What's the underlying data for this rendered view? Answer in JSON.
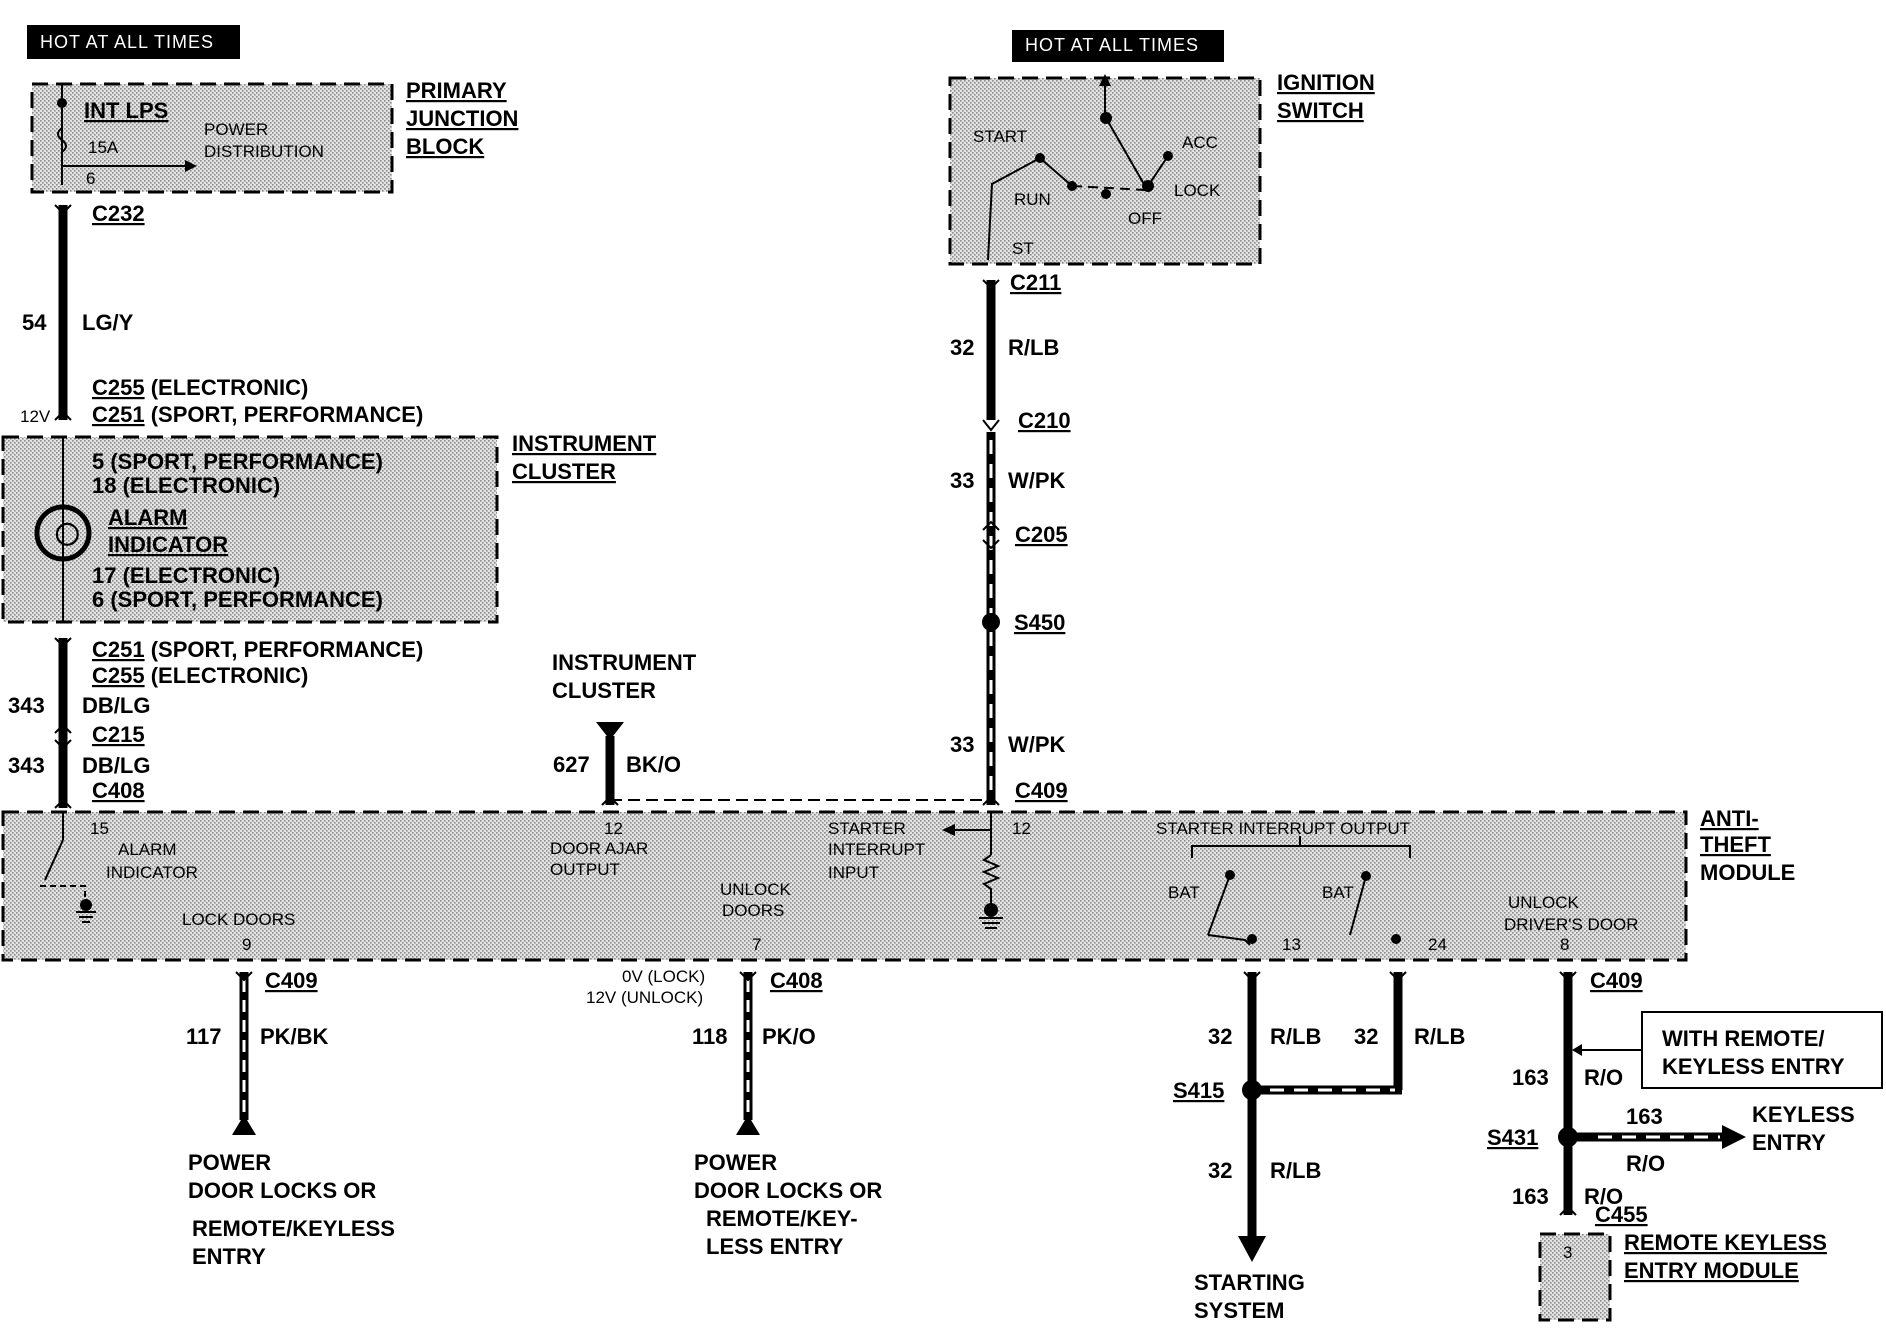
{
  "tags": {
    "hot_left": "HOT AT ALL TIMES",
    "hot_right": "HOT AT ALL TIMES"
  },
  "pjb": {
    "title_1": "PRIMARY",
    "title_2": "JUNCTION",
    "title_3": "BLOCK",
    "int_lps": "INT LPS",
    "fuse": "15A",
    "pin": "6",
    "power_1": "POWER",
    "power_2": "DISTRIBUTION"
  },
  "ignition": {
    "title_1": "IGNITION",
    "title_2": "SWITCH",
    "start": "START",
    "run": "RUN",
    "off": "OFF",
    "acc": "ACC",
    "lock": "LOCK",
    "st": "ST"
  },
  "connectors": {
    "c232": "C232",
    "c211": "C211",
    "c210": "C210",
    "c205": "C205",
    "s450": "S450",
    "c255_top": "C255",
    "c255_top_note": "(ELECTRONIC)",
    "c251_top": "C251",
    "c251_top_note": "(SPORT, PERFORMANCE)",
    "c251_bot": "C251",
    "c251_bot_note": "(SPORT, PERFORMANCE)",
    "c255_bot": "C255",
    "c255_bot_note": "(ELECTRONIC)",
    "c215": "C215",
    "c408_top": "C408",
    "c409_top": "C409",
    "c409_bl": "C409",
    "c408_bm": "C408",
    "c409_br": "C409",
    "s415": "S415",
    "s431": "S431",
    "c455": "C455",
    "v12": "12V"
  },
  "wires": {
    "w54_num": "54",
    "w54_col": "LG/Y",
    "w32a_num": "32",
    "w32a_col": "R/LB",
    "w33a_num": "33",
    "w33a_col": "W/PK",
    "w33b_num": "33",
    "w33b_col": "W/PK",
    "w343a_num": "343",
    "w343a_col": "DB/LG",
    "w343b_num": "343",
    "w343b_col": "DB/LG",
    "w627_num": "627",
    "w627_col": "BK/O",
    "w117_num": "117",
    "w117_col": "PK/BK",
    "w118_num": "118",
    "w118_col": "PK/O",
    "w32b_num": "32",
    "w32b_col": "R/LB",
    "w32c_num": "32",
    "w32c_col": "R/LB",
    "w32d_num": "32",
    "w32d_col": "R/LB",
    "w163a_num": "163",
    "w163a_col": "R/O",
    "w163b_num": "163",
    "w163b_col": "R/O",
    "w163c_num": "163",
    "w163c_col": "R/O"
  },
  "cluster": {
    "title_1": "INSTRUMENT",
    "title_2": "CLUSTER",
    "pin_5": "5 (SPORT, PERFORMANCE)",
    "pin_18": "18 (ELECTRONIC)",
    "alarm_1": "ALARM",
    "alarm_2": "INDICATOR",
    "pin_17": "17 (ELECTRONIC)",
    "pin_6": "6 (SPORT, PERFORMANCE)"
  },
  "ic_ref": {
    "line_1": "INSTRUMENT",
    "line_2": "CLUSTER"
  },
  "atm": {
    "title_1": "ANTI-",
    "title_2": "THEFT",
    "title_3": "MODULE",
    "pin15": "15",
    "alarm_1": "ALARM",
    "alarm_2": "INDICATOR",
    "lock_doors": "LOCK DOORS",
    "pin9": "9",
    "pin12a": "12",
    "door_ajar_1": "DOOR AJAR",
    "door_ajar_2": "OUTPUT",
    "unlock_1": "UNLOCK",
    "unlock_2": "DOORS",
    "pin7": "7",
    "si_1": "STARTER",
    "si_2": "INTERRUPT",
    "si_3": "INPUT",
    "pin12b": "12",
    "sio": "STARTER INTERRUPT OUTPUT",
    "bat_1": "BAT",
    "bat_2": "BAT",
    "pin13": "13",
    "pin24": "24",
    "unlock_drv_1": "UNLOCK",
    "unlock_drv_2": "DRIVER'S DOOR",
    "pin8": "8"
  },
  "notes": {
    "lock_v": "0V (LOCK)",
    "unlock_v": "12V (UNLOCK)",
    "with_1": "WITH REMOTE/",
    "with_2": "KEYLESS ENTRY"
  },
  "dest": {
    "pdl1_1": "POWER",
    "pdl1_2": "DOOR LOCKS OR",
    "pdl1_3": "REMOTE/KEYLESS",
    "pdl1_4": "ENTRY",
    "pdl2_1": "POWER",
    "pdl2_2": "DOOR LOCKS OR",
    "pdl2_3": "REMOTE/KEY-",
    "pdl2_4": "LESS ENTRY",
    "start_1": "STARTING",
    "start_2": "SYSTEM",
    "keyless_1": "KEYLESS",
    "keyless_2": "ENTRY",
    "rkem_1": "REMOTE KEYLESS",
    "rkem_2": "ENTRY MODULE",
    "rkem_pin": "3"
  }
}
